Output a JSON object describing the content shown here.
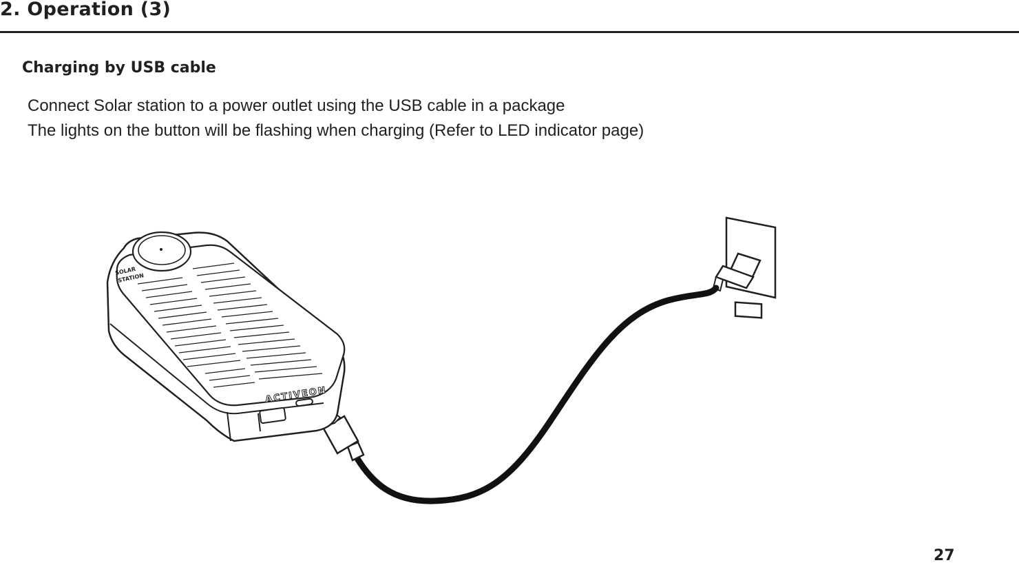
{
  "header": {
    "title": "2. Operation (3)"
  },
  "section": {
    "heading": "Charging by USB cable",
    "lines": [
      "Connect Solar station to a power outlet using the USB cable in a package",
      "The lights on the button will be flashing when charging (Refer to LED indicator page)"
    ]
  },
  "illustration": {
    "device_brand": "ACTIVEON",
    "device_label_line1": "SOLAR",
    "device_label_line2": "STATION",
    "arrow_color": "#e31e24"
  },
  "footer": {
    "page_number": "27"
  }
}
